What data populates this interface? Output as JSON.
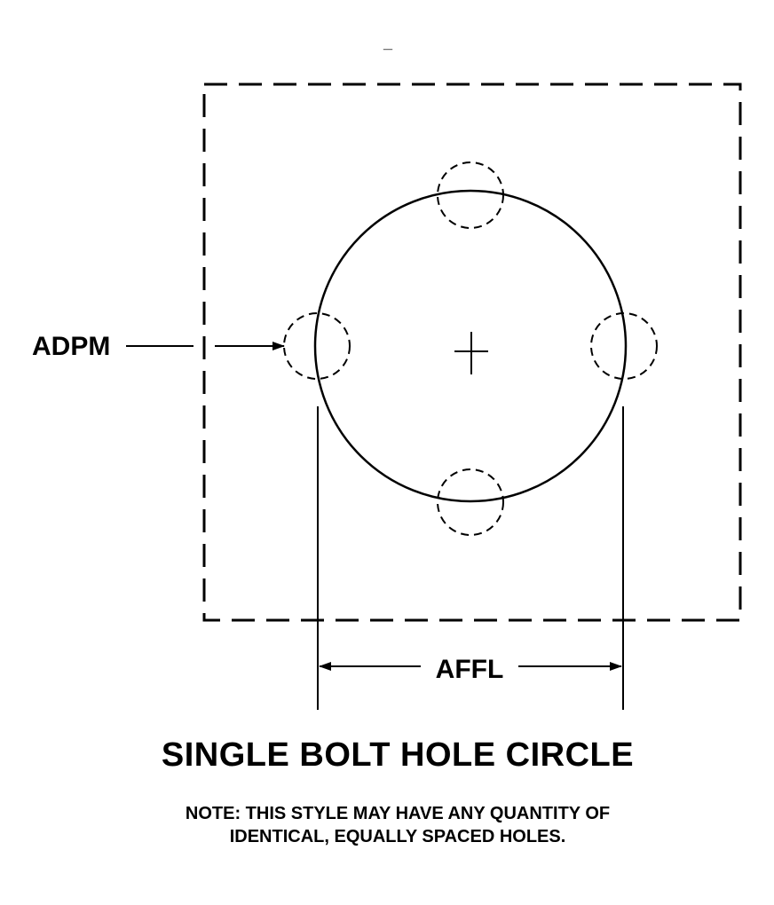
{
  "diagram": {
    "labels": {
      "hole_diameter": "ADPM",
      "bolt_circle_diameter": "AFFL",
      "top_mark": "_"
    },
    "title": "SINGLE BOLT HOLE CIRCLE",
    "note": {
      "line1": "NOTE: THIS STYLE MAY HAVE ANY QUANTITY OF",
      "line2": "IDENTICAL, EQUALLY SPACED HOLES."
    },
    "hole_count_shown": 4,
    "line_color": "#000000"
  }
}
